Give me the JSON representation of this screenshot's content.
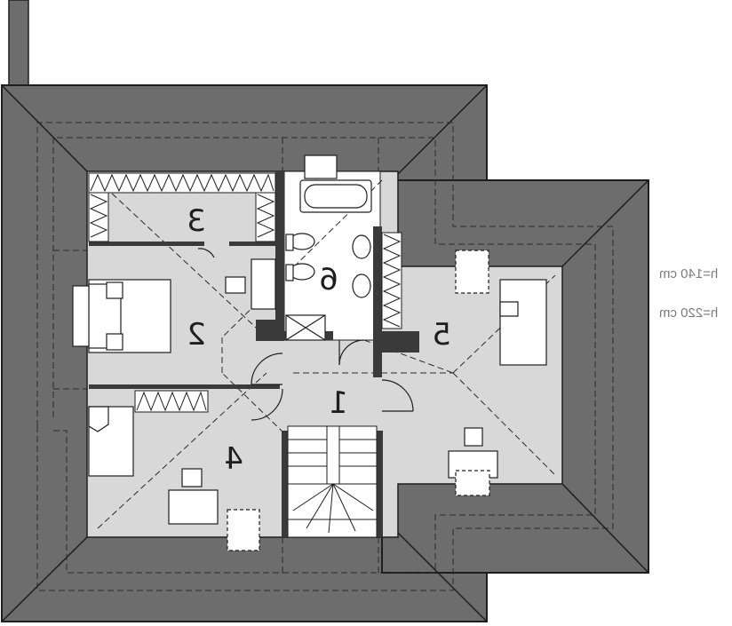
{
  "rooms": [
    {
      "id": "1",
      "label": "1"
    },
    {
      "id": "2",
      "label": "2"
    },
    {
      "id": "3",
      "label": "3"
    },
    {
      "id": "4",
      "label": "4"
    },
    {
      "id": "5",
      "label": "5"
    },
    {
      "id": "6",
      "label": "6"
    }
  ],
  "legend": {
    "height_low": "h=140 cm",
    "height_high": "h=220 cm"
  },
  "colors": {
    "roof": "#6d6d6d",
    "floor": "#d8d8d8",
    "wall": "#3a3a3a",
    "bathroom": "#ffffff",
    "line": "#1e1e1e"
  }
}
